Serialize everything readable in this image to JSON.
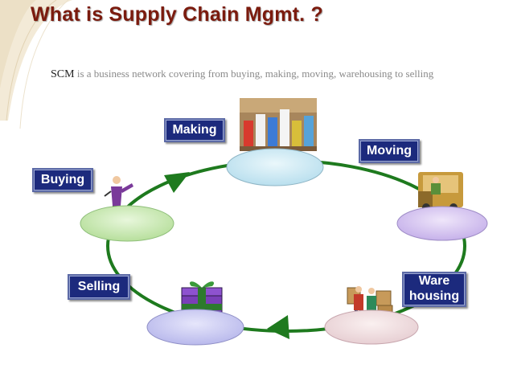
{
  "slide": {
    "title": "What is Supply Chain Mgmt. ?",
    "subtitle_lead": "SCM",
    "subtitle_rest": " is a business network covering from buying, making, moving, warehousing to selling"
  },
  "stages": {
    "making": "Making",
    "moving": "Moving",
    "buying": "Buying",
    "selling": "Selling",
    "warehousing_line1": "Ware",
    "warehousing_line2": "housing"
  },
  "colors": {
    "title": "#7b1b0e",
    "label_fill": "#1c2a7d",
    "cycle_arrow": "#1e7a1e",
    "disc_green": "#cdebb8",
    "disc_cyan": "#cfeaf3",
    "disc_purple": "#d6c6ee",
    "disc_lavender": "#c8c8ef",
    "corner_accent": "#e9dcc0"
  },
  "icons": [
    "cleaning-products-photo",
    "delivery-truck-icon",
    "shopping-person-icon",
    "gift-box-icon",
    "warehouse-workers-icon"
  ]
}
